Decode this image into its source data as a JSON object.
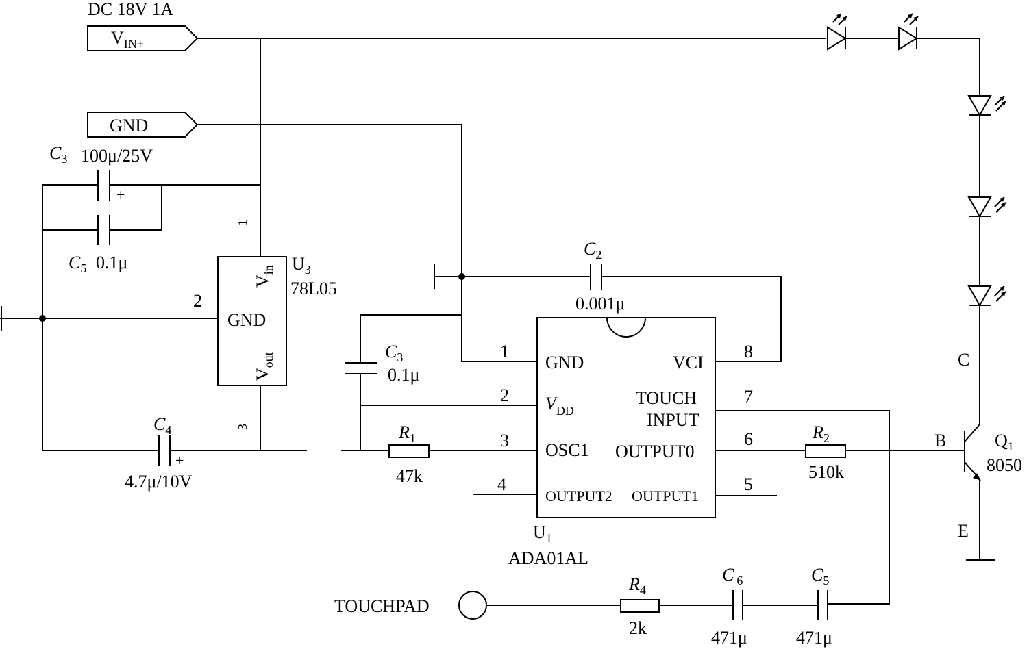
{
  "power": {
    "supply": "DC 18V 1A",
    "vin_label": "V",
    "vin_sub": "IN+",
    "gnd_label": "GND"
  },
  "regulator": {
    "ref": "U",
    "ref_sub": "3",
    "part": "78L05",
    "pin_vin": "V",
    "pin_vin_sub": "in",
    "pin_gnd": "GND",
    "pin_vout": "V",
    "pin_vout_sub": "out",
    "pin1": "1",
    "pin2": "2",
    "pin3": "3"
  },
  "capacitors": {
    "c3_top_ref": "C",
    "c3_top_sub": "3",
    "c3_top_value": "100μ/25V",
    "c5_left_ref": "C",
    "c5_left_sub": "5",
    "c5_left_value": "0.1μ",
    "c4_ref": "C",
    "c4_sub": "4",
    "c4_value": "4.7μ/10V",
    "c2_ref": "C",
    "c2_sub": "2",
    "c2_value": "0.001μ",
    "c3_mid_ref": "C",
    "c3_mid_sub": "3",
    "c3_mid_value": "0.1μ",
    "c6_ref": "C",
    "c6_sub": "6",
    "c6_value": "471μ",
    "c5_bot_ref": "C",
    "c5_bot_sub": "5",
    "c5_bot_value": "471μ",
    "plus": "+"
  },
  "resistors": {
    "r1_ref": "R",
    "r1_sub": "1",
    "r1_value": "47k",
    "r2_ref": "R",
    "r2_sub": "2",
    "r2_value": "510k",
    "r4_ref": "R",
    "r4_sub": "4",
    "r4_value": "2k"
  },
  "ic": {
    "ref": "U",
    "ref_sub": "1",
    "part": "ADA01AL",
    "pin_gnd": "GND",
    "pin_vdd": "V",
    "pin_vdd_sub": "DD",
    "pin_osc1": "OSC1",
    "pin_output2": "OUTPUT2",
    "pin_vci": "VCI",
    "pin_touch1": "TOUCH",
    "pin_touch2": "INPUT",
    "pin_output0": "OUTPUT0",
    "pin_output1": "OUTPUT1",
    "n1": "1",
    "n2": "2",
    "n3": "3",
    "n4": "4",
    "n5": "5",
    "n6": "6",
    "n7": "7",
    "n8": "8"
  },
  "transistor": {
    "ref": "Q",
    "ref_sub": "1",
    "part": "8050",
    "c": "C",
    "b": "B",
    "e": "E"
  },
  "touchpad": {
    "label": "TOUCHPAD"
  }
}
